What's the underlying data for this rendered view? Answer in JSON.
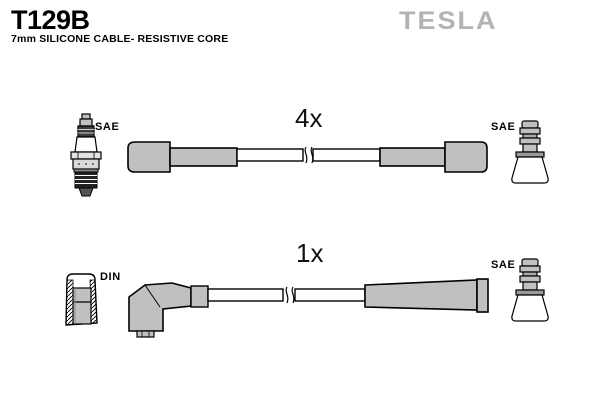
{
  "header": {
    "part_number": "T129B",
    "subtitle": "7mm SILICONE CABLE- RESISTIVE CORE",
    "brand": "TESLA"
  },
  "colors": {
    "connector_gray": "#c0c0c0",
    "brand_gray": "#b3b3b3",
    "outline": "#000000",
    "background": "#ffffff"
  },
  "items": [
    {
      "quantity": "4x",
      "left_terminal": {
        "type": "spark-plug",
        "label": "SAE"
      },
      "right_terminal": {
        "type": "distributor-cone",
        "label": "SAE"
      },
      "cable": {
        "style": "straight-boot-both-ends",
        "break_mark": true
      }
    },
    {
      "quantity": "1x",
      "left_terminal": {
        "type": "din-socket",
        "label": "DIN"
      },
      "right_terminal": {
        "type": "distributor-cone",
        "label": "SAE"
      },
      "cable": {
        "style": "elbow-boot-left",
        "break_mark": true
      }
    }
  ]
}
